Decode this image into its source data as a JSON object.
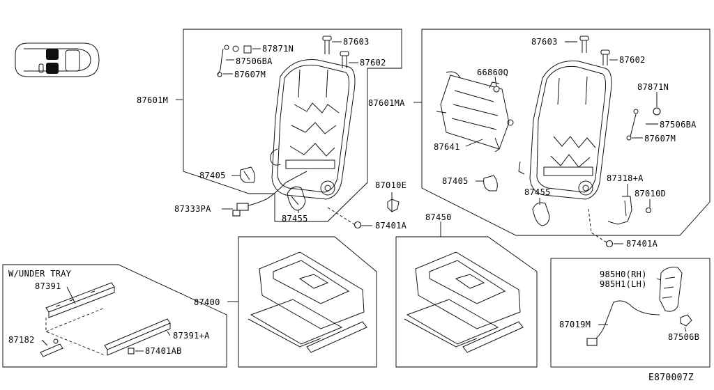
{
  "diagram_code": "E870007Z",
  "section_labels": {
    "under_tray": "W/UNDER TRAY"
  },
  "labels": {
    "p87871N_l": "87871N",
    "p87506BA_l": "87506BA",
    "p87607M_l": "87607M",
    "p87603_l": "87603",
    "p87602_l": "87602",
    "p87601M": "87601M",
    "p87405_l": "87405",
    "p87333PA": "87333PA",
    "p87455_l": "87455",
    "p87010E": "87010E",
    "p87401A_l": "87401A",
    "p87603_r": "87603",
    "p87602_r": "87602",
    "p66860Q": "66860Q",
    "p87601MA": "87601MA",
    "p87871N_r": "87871N",
    "p87506BA_r": "87506BA",
    "p87607M_r": "87607M",
    "p87641": "87641",
    "p87405_r": "87405",
    "p87455_r": "87455",
    "p87318A": "87318+A",
    "p87010D": "87010D",
    "p87401A_r": "87401A",
    "p87391": "87391",
    "p87182": "87182",
    "p87391A": "87391+A",
    "p87401AB": "87401AB",
    "p87400": "87400",
    "p87450": "87450",
    "p985H0": "985H0(RH)",
    "p985H1": "985H1(LH)",
    "p87019M": "87019M",
    "p87506B": "87506B"
  }
}
